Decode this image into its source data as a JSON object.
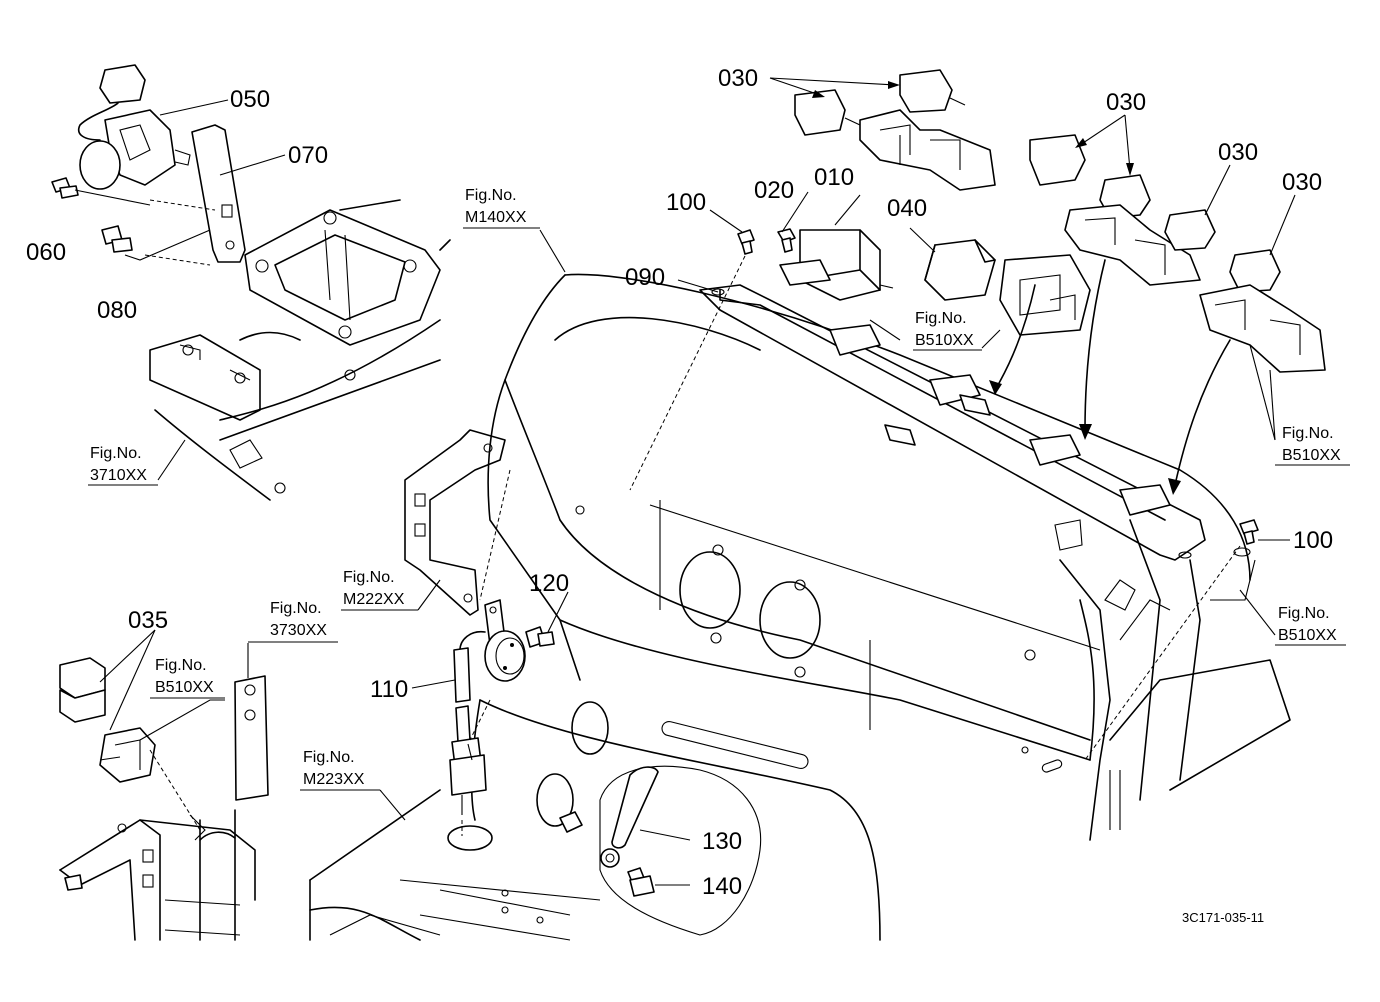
{
  "parts": {
    "p050": "050",
    "p070": "070",
    "p060": "060",
    "p080": "080",
    "p030a": "030",
    "p030b": "030",
    "p030c": "030",
    "p030d": "030",
    "p020": "020",
    "p010": "010",
    "p100a": "100",
    "p100b": "100",
    "p040": "040",
    "p090": "090",
    "p120": "120",
    "p110": "110",
    "p130": "130",
    "p140": "140",
    "p035": "035"
  },
  "figs": {
    "fig_label": "Fig.No.",
    "m140": "M140XX",
    "b510_top": "B510XX",
    "b510_right": "B510XX",
    "b510_lower": "B510XX",
    "b510_left": "B510XX",
    "f3710": "3710XX",
    "m222": "M222XX",
    "f3730": "3730XX",
    "m223": "M223XX"
  },
  "drawing_code": "3C171-035-11"
}
